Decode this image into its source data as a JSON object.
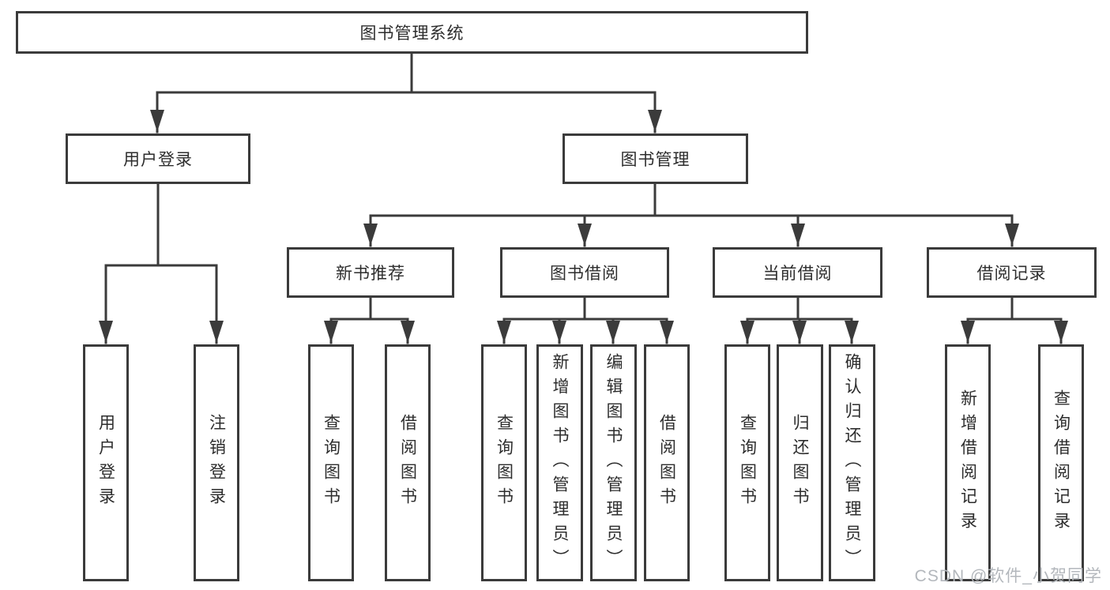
{
  "tree": {
    "root": {
      "label": "图书管理系统",
      "children": [
        {
          "label": "用户登录",
          "children": [
            {
              "label": "用户登录"
            },
            {
              "label": "注销登录"
            }
          ]
        },
        {
          "label": "图书管理",
          "children": [
            {
              "label": "新书推荐",
              "children": [
                {
                  "label": "查询图书"
                },
                {
                  "label": "借阅图书"
                }
              ]
            },
            {
              "label": "图书借阅",
              "children": [
                {
                  "label": "查询图书"
                },
                {
                  "label": "新增图书（管理员）"
                },
                {
                  "label": "编辑图书（管理员）"
                },
                {
                  "label": "借阅图书"
                }
              ]
            },
            {
              "label": "当前借阅",
              "children": [
                {
                  "label": "查询图书"
                },
                {
                  "label": "归还图书"
                },
                {
                  "label": "确认归还（管理员）"
                }
              ]
            },
            {
              "label": "借阅记录",
              "children": [
                {
                  "label": "新增借阅记录"
                },
                {
                  "label": "查询借阅记录"
                }
              ]
            }
          ]
        }
      ]
    }
  },
  "watermark": {
    "text": "CSDN @软件_小贺同学"
  },
  "colors": {
    "line": "#3b3b3b",
    "text": "#2d2d2d",
    "watermark": "#b3b7bc",
    "background": "#ffffff"
  }
}
